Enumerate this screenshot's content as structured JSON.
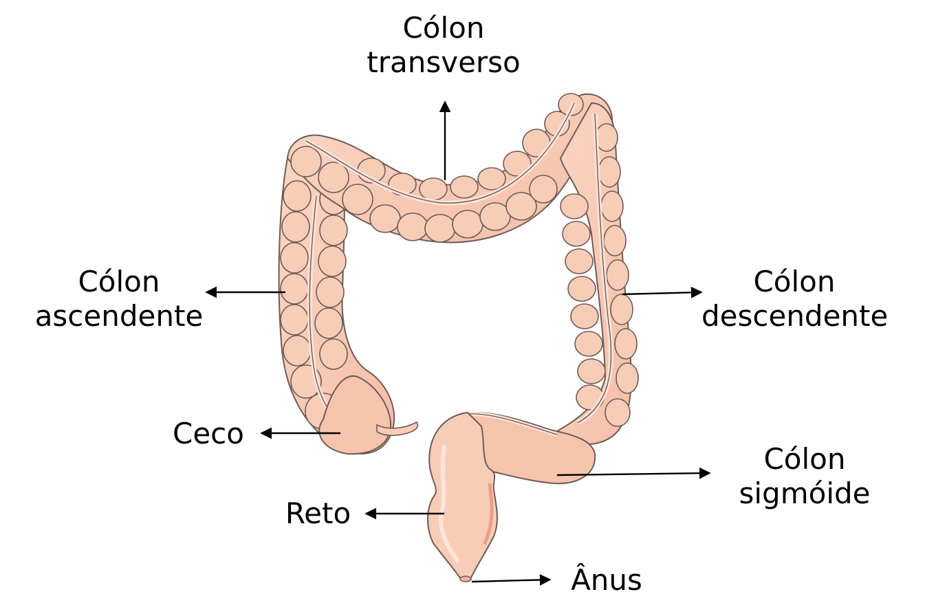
{
  "labels": {
    "transverse": {
      "line1": "Cólon",
      "line2": "transverso"
    },
    "ascending": {
      "line1": "Cólon",
      "line2": "ascendente"
    },
    "descending": {
      "line1": "Cólon",
      "line2": "descendente"
    },
    "cecum": {
      "line1": "Ceco"
    },
    "sigmoid": {
      "line1": "Cólon",
      "line2": "sigmóide"
    },
    "rectum": {
      "line1": "Reto"
    },
    "anus": {
      "line1": "Ânus"
    }
  },
  "colors": {
    "tissue_fill": "#f8cdb8",
    "tissue_highlight": "#fde4d8",
    "tissue_shadow": "#ec9e84",
    "outline": "#6e5a55",
    "arrow": "#000000"
  }
}
